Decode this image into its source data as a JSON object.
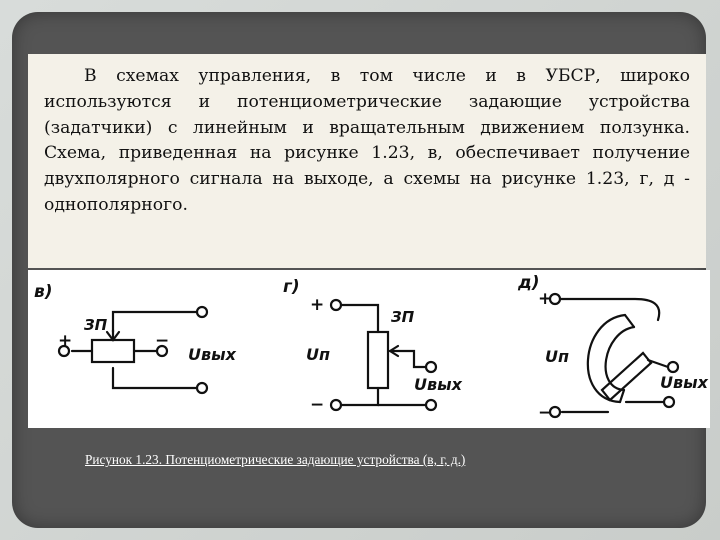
{
  "paragraph": "В схемах управления, в том числе и в УБСР, широко используются и потенциометрические задающие устройства (задатчики) с линейным и вращательным движением ползунка. Схема, приведенная на рисунке 1.23, в, обеспечивает получение двухполярного сигнала на выходе, а схемы на рисунке 1.23, г, д - однополярного.",
  "caption": "Рисунок 1.23. Потенциометрические задающие устройства (в, г, д.)",
  "figure": {
    "v": {
      "tag": "в)",
      "device": "ЗП",
      "plus": "+",
      "minus": "−",
      "out": "Uвых"
    },
    "g": {
      "tag": "г)",
      "device": "ЗП",
      "plus": "+",
      "minus": "−",
      "supply": "Uп",
      "out": "Uвых"
    },
    "d": {
      "tag": "д)",
      "plus": "+",
      "minus": "−",
      "supply": "Uп",
      "out": "Uвых"
    }
  },
  "colors": {
    "panel": "#545454",
    "text_bg": "#f4f1e8",
    "caption": "#ffffff"
  }
}
